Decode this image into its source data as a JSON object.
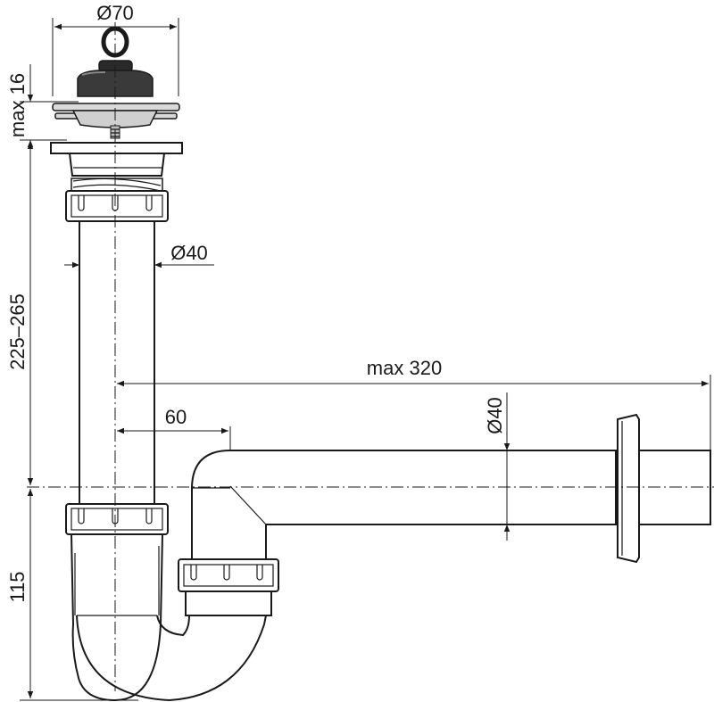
{
  "dimensions": {
    "strainer_diameter": "Ø70",
    "strainer_height": "max 16",
    "inlet_pipe_diameter": "Ø40",
    "vertical_length": "225–265",
    "outlet_length": "max 320",
    "axis_offset": "60",
    "outlet_pipe_diameter": "Ø40",
    "trap_depth": "115"
  }
}
